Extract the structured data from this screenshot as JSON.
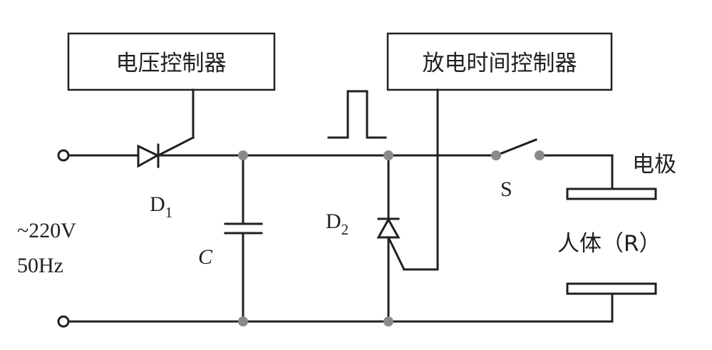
{
  "diagram": {
    "voltage_controller": "电压控制器",
    "discharge_timer": "放电时间控制器",
    "diode1": {
      "letter": "D",
      "subscript": "1"
    },
    "diode2": {
      "letter": "D",
      "subscript": "2"
    },
    "capacitor": "C",
    "switch": "S",
    "electrode": "电极",
    "body": "人体（R）",
    "supply_voltage": "~220V",
    "supply_frequency": "50Hz"
  }
}
